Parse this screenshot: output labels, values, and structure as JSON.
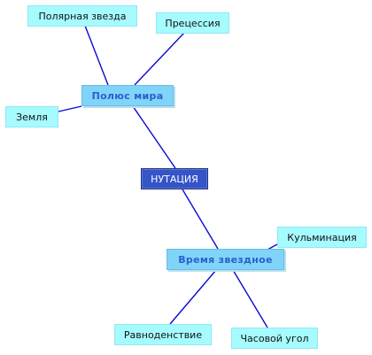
{
  "diagram": {
    "root": {
      "label": "НУТАЦИЯ"
    },
    "hubs": [
      {
        "id": "pole",
        "label": "Полюс мира"
      },
      {
        "id": "sidereal",
        "label": "Время звездное"
      }
    ],
    "leaves": [
      {
        "id": "polaris",
        "parent": "pole",
        "label": "Полярная звезда"
      },
      {
        "id": "precession",
        "parent": "pole",
        "label": "Прецессия"
      },
      {
        "id": "earth",
        "parent": "pole",
        "label": "Земля"
      },
      {
        "id": "culmination",
        "parent": "sidereal",
        "label": "Кульминация"
      },
      {
        "id": "equinox",
        "parent": "sidereal",
        "label": "Равноденствие"
      },
      {
        "id": "hour-angle",
        "parent": "sidereal",
        "label": "Часовой угол"
      }
    ],
    "colors": {
      "edge": "#0a0ad6",
      "leaf_fill": "#a6fbff",
      "hub_fill": "#80d4f7",
      "hub_text": "#2a5fd0",
      "root_fill": "#3454c7"
    }
  }
}
